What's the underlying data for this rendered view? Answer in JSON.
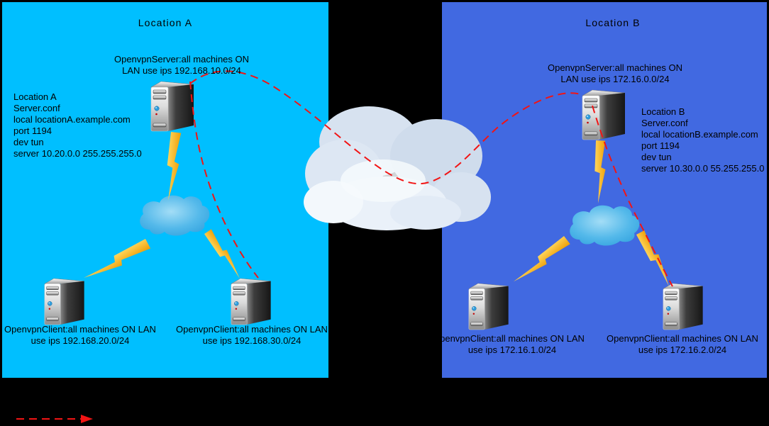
{
  "location_a": {
    "title": "Location A",
    "server_label": [
      "OpenvpnServer:all machines ON",
      "LAN use ips 192.168.10.0/24"
    ],
    "config_lines": [
      "Location A",
      "Server.conf",
      "local locationA.example.com",
      "port 1194",
      "dev tun",
      "server 10.20.0.0 255.255.255.0"
    ],
    "client1_label": [
      "OpenvpnClient:all machines ON LAN",
      "use ips 192.168.20.0/24"
    ],
    "client2_label": [
      "OpenvpnClient:all machines ON LAN",
      "use ips 192.168.30.0/24"
    ]
  },
  "location_b": {
    "title": "Location B",
    "server_label": [
      "OpenvpnServer:all machines ON",
      "LAN use ips 172.16.0.0/24"
    ],
    "config_lines": [
      "Location B",
      "Server.conf",
      "local locationB.example.com",
      "port 1194",
      "dev tun",
      "server 10.30.0.0 55.255.255.0"
    ],
    "client1_label": [
      "penvpnClient:all machines ON LAN",
      "use ips 172.16.1.0/24"
    ],
    "client2_label": [
      "OpenvpnClient:all machines ON LAN",
      "use ips 172.16.2.0/24"
    ]
  },
  "colors": {
    "background": "#000000",
    "location_a_fill": "#00bfff",
    "location_b_fill": "#4169e1",
    "vpn_tunnel_red": "#f21414",
    "lan_bolt_yellow": "#f5a80d",
    "lan_cloud_blue": "#2d9fdd",
    "internet_cloud_gray_blue": "#d7e2f0"
  },
  "icons": {
    "server": "computer-tower-icon",
    "client": "computer-tower-icon",
    "lan_link": "lightning-bolt-icon",
    "lan_cloud": "cloud-icon",
    "internet": "cloud-icon",
    "vpn_tunnel": "red-dashed-line",
    "legend": "red-dashed-arrow"
  }
}
